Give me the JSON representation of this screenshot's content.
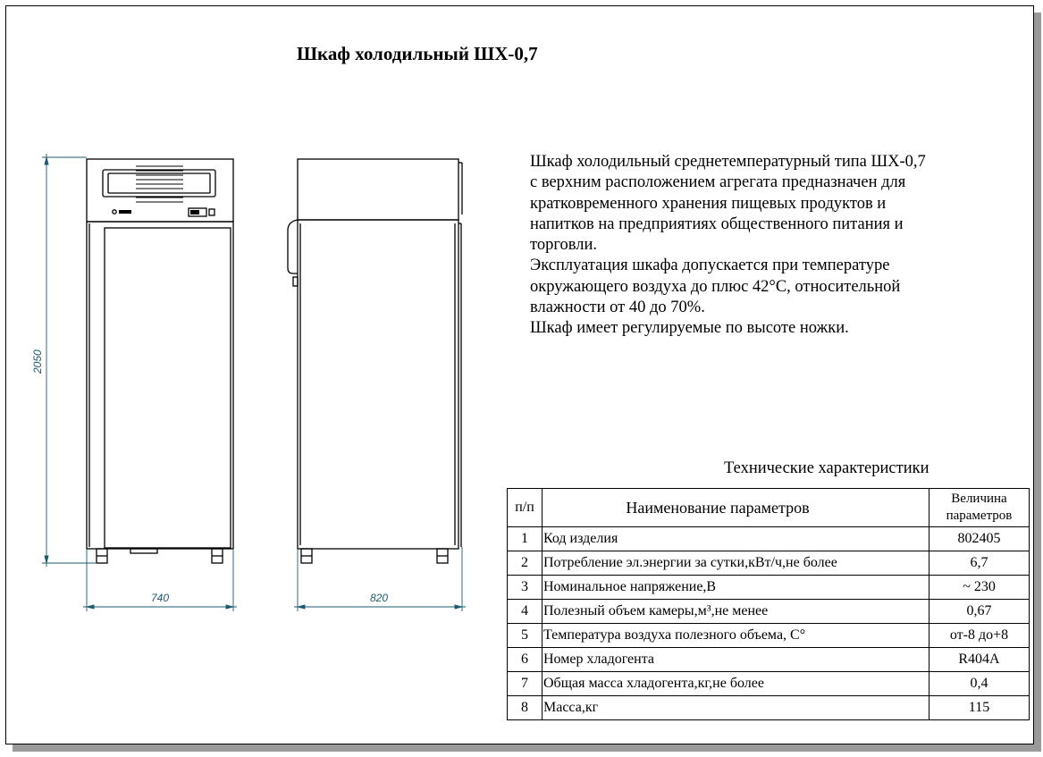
{
  "title": "Шкаф холодильный ШХ-0,7",
  "dimensions": {
    "height": "2050",
    "width": "740",
    "depth": "820"
  },
  "description": [
    "Шкаф  холодильный среднетемпературный типа ШХ-0,7",
    "с верхним расположением агрегата предназначен  для",
    "кратковременного хранения пищевых продуктов и",
    "напитков на предприятиях общественного питания и",
    "торговли.",
    "Эксплуатация шкафа допускается при температуре",
    "окружающего воздуха  до плюс 42°С, относительной",
    "влажности от  40 до 70%.",
    "Шкаф имеет регулируемые по высоте ножки."
  ],
  "spec_table": {
    "title": "Технические характеристики",
    "headers": {
      "num": "п/п",
      "name": "Наименование параметров",
      "value": "Величина параметров"
    },
    "rows": [
      {
        "num": "1",
        "name": "Код изделия",
        "value": "802405"
      },
      {
        "num": "2",
        "name": "Потребление эл.энергии за сутки,кВт/ч,не более",
        "value": "6,7"
      },
      {
        "num": "3",
        "name": "Номинальное напряжение,В",
        "value": "~ 230"
      },
      {
        "num": "4",
        "name": "Полезный объем камеры,м³,не менее",
        "value": "0,67"
      },
      {
        "num": "5",
        "name": "Температура воздуха полезного объема,  С°",
        "value": "от-8 до+8"
      },
      {
        "num": "6",
        "name": "Номер хладогента",
        "value": "R404A"
      },
      {
        "num": "7",
        "name": "Общая масса хладогента,кг,не более",
        "value": "0,4"
      },
      {
        "num": "8",
        "name": "Масса,кг",
        "value": "115"
      }
    ]
  }
}
